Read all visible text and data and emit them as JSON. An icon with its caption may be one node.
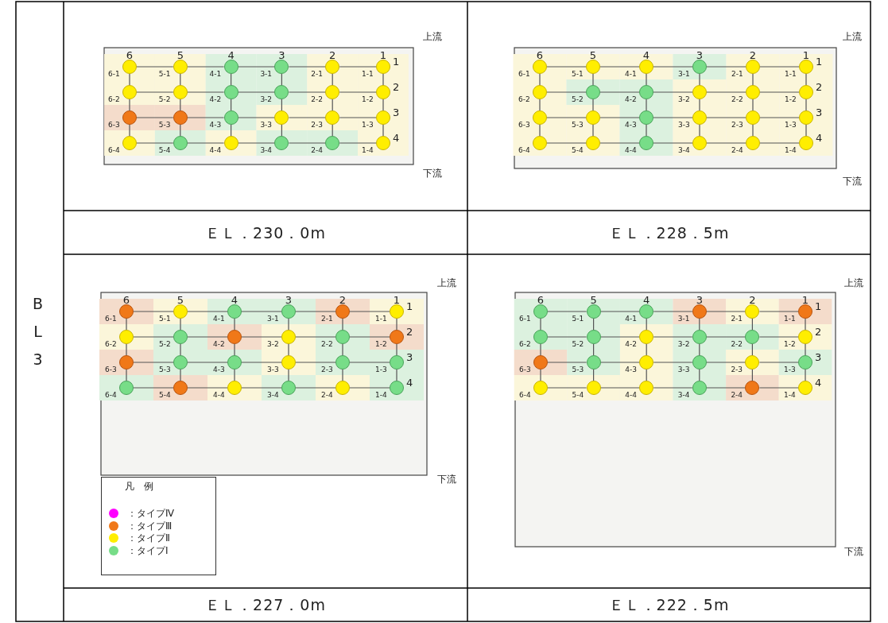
{
  "diagram": {
    "nodes": [
      {
        "text": [],
        "shape": "circle",
        "beside": [
          "6-1"
        ]
      },
      {
        "text": [],
        "shape": "circle",
        "beside": [
          "5-1"
        ]
      },
      {
        "text": [],
        "shape": "circle",
        "beside": [
          "4-1"
        ]
      },
      {
        "text": [],
        "shape": "circle",
        "beside": [
          "3-1"
        ]
      },
      {
        "text": [],
        "shape": "circle",
        "beside": [
          "2-1"
        ]
      },
      {
        "text": [],
        "shape": "circle",
        "beside": [
          "1-1"
        ]
      },
      {
        "text": [],
        "shape": "circle",
        "beside": [
          "6-2"
        ]
      },
      {
        "text": [],
        "shape": "circle",
        "beside": [
          "5-2"
        ]
      },
      {
        "text": [],
        "shape": "circle",
        "beside": [
          "4-2"
        ]
      },
      {
        "text": [],
        "shape": "circle",
        "beside": [
          "3-2"
        ]
      },
      {
        "text": [],
        "shape": "circle",
        "beside": [
          "2-2"
        ]
      },
      {
        "text": [],
        "shape": "circle",
        "beside": [
          "1-2"
        ]
      },
      {
        "text": [],
        "shape": "circle",
        "beside": [
          "6-3"
        ]
      },
      {
        "text": [],
        "shape": "circle",
        "beside": [
          "5-3"
        ]
      },
      {
        "text": [],
        "shape": "circle",
        "beside": [
          "4-3"
        ]
      },
      {
        "text": [],
        "shape": "circle",
        "beside": [
          "3-3"
        ]
      },
      {
        "text": [],
        "shape": "circle",
        "beside": [
          "2-3"
        ]
      },
      {
        "text": [],
        "shape": "circle",
        "beside": [
          "1-3"
        ]
      },
      {
        "text": [],
        "shape": "circle",
        "beside": [
          "6-4"
        ]
      },
      {
        "text": [],
        "shape": "circle",
        "beside": [
          "5-4"
        ]
      },
      {
        "text": [],
        "shape": "circle",
        "beside": [
          "4-4"
        ]
      },
      {
        "text": [],
        "shape": "circle",
        "beside": [
          "3-4"
        ]
      },
      {
        "text": [],
        "shape": "circle",
        "beside": [
          "2-4"
        ]
      },
      {
        "text": [],
        "shape": "circle",
        "beside": [
          "1-4"
        ]
      },
      {
        "text": [],
        "shape": "circle",
        "beside": [
          "6-1"
        ]
      },
      {
        "text": [],
        "shape": "circle",
        "beside": [
          "5-1"
        ]
      },
      {
        "text": [],
        "shape": "circle",
        "beside": [
          "4-1"
        ]
      },
      {
        "text": [],
        "shape": "circle",
        "beside": [
          "3-1"
        ]
      },
      {
        "text": [],
        "shape": "circle",
        "beside": [
          "2-1"
        ]
      },
      {
        "text": [],
        "shape": "circle",
        "beside": [
          "1-1"
        ]
      },
      {
        "text": [],
        "shape": "circle",
        "beside": [
          "6-2"
        ]
      },
      {
        "text": [],
        "shape": "circle",
        "beside": [
          "5-2"
        ]
      },
      {
        "text": [],
        "shape": "circle",
        "beside": [
          "4-2"
        ]
      },
      {
        "text": [],
        "shape": "circle",
        "beside": [
          "3-2"
        ]
      },
      {
        "text": [],
        "shape": "circle",
        "beside": [
          "2-2"
        ]
      },
      {
        "text": [],
        "shape": "circle",
        "beside": [
          "1-2"
        ]
      },
      {
        "text": [],
        "shape": "circle",
        "beside": [
          "6-3"
        ]
      },
      {
        "text": [],
        "shape": "circle",
        "beside": [
          "5-3"
        ]
      },
      {
        "text": [],
        "shape": "circle",
        "beside": [
          "4-3"
        ]
      },
      {
        "text": [],
        "shape": "circle",
        "beside": [
          "3-3"
        ]
      },
      {
        "text": [],
        "shape": "circle",
        "beside": [
          "2-3"
        ]
      },
      {
        "text": [],
        "shape": "circle",
        "beside": [
          "1-3"
        ]
      },
      {
        "text": [],
        "shape": "circle",
        "beside": [
          "6-4"
        ]
      },
      {
        "text": [],
        "shape": "circle",
        "beside": [
          "5-4"
        ]
      },
      {
        "text": [],
        "shape": "circle",
        "beside": [
          "4-4"
        ]
      },
      {
        "text": [],
        "shape": "circle",
        "beside": [
          "3-4"
        ]
      },
      {
        "text": [],
        "shape": "circle",
        "beside": [
          "2-4"
        ]
      },
      {
        "text": [],
        "shape": "circle",
        "beside": [
          "1-4"
        ]
      },
      {
        "text": [],
        "shape": "circle",
        "beside": [
          "6-1"
        ]
      },
      {
        "text": [],
        "shape": "circle",
        "beside": [
          "5-1"
        ]
      },
      {
        "text": [],
        "shape": "circle",
        "beside": [
          "4-1"
        ]
      },
      {
        "text": [],
        "shape": "circle",
        "beside": [
          "3-1"
        ]
      },
      {
        "text": [],
        "shape": "circle",
        "beside": [
          "2-1"
        ]
      },
      {
        "text": [],
        "shape": "circle",
        "beside": [
          "1-1"
        ]
      },
      {
        "text": [],
        "shape": "circle",
        "beside": [
          "6-2"
        ]
      },
      {
        "text": [],
        "shape": "circle",
        "beside": [
          "5-2"
        ]
      },
      {
        "text": [],
        "shape": "circle",
        "beside": [
          "4-2"
        ]
      },
      {
        "text": [],
        "shape": "circle",
        "beside": [
          "3-2"
        ]
      },
      {
        "text": [],
        "shape": "circle",
        "beside": [
          "2-2"
        ]
      },
      {
        "text": [],
        "shape": "circle",
        "beside": [
          "1-2"
        ]
      },
      {
        "text": [],
        "shape": "circle",
        "beside": [
          "6-3"
        ]
      },
      {
        "text": [],
        "shape": "circle",
        "beside": [
          "5-3"
        ]
      },
      {
        "text": [],
        "shape": "circle",
        "beside": [
          "4-3"
        ]
      },
      {
        "text": [],
        "shape": "circle",
        "beside": [
          "3-3"
        ]
      },
      {
        "text": [],
        "shape": "circle",
        "beside": [
          "2-3"
        ]
      },
      {
        "text": [],
        "shape": "circle",
        "beside": [
          "1-3"
        ]
      },
      {
        "text": [],
        "shape": "circle",
        "beside": [
          "6-4"
        ]
      },
      {
        "text": [],
        "shape": "circle",
        "beside": [
          "5-4"
        ]
      },
      {
        "text": [],
        "shape": "circle",
        "beside": [
          "4-4"
        ]
      },
      {
        "text": [],
        "shape": "circle",
        "beside": [
          "3-4"
        ]
      },
      {
        "text": [],
        "shape": "circle",
        "beside": [
          "2-4"
        ]
      },
      {
        "text": [],
        "shape": "circle",
        "beside": [
          "1-4"
        ]
      },
      {
        "text": [],
        "shape": "circle",
        "beside": [
          "6-1"
        ]
      },
      {
        "text": [],
        "shape": "circle",
        "beside": [
          "5-1"
        ]
      },
      {
        "text": [],
        "shape": "circle",
        "beside": [
          "4-1"
        ]
      },
      {
        "text": [],
        "shape": "circle",
        "beside": [
          "3-1"
        ]
      },
      {
        "text": [],
        "shape": "circle",
        "beside": [
          "2-1"
        ]
      },
      {
        "text": [],
        "shape": "circle",
        "beside": [
          "1-1"
        ]
      },
      {
        "text": [],
        "shape": "circle",
        "beside": [
          "6-2"
        ]
      },
      {
        "text": [],
        "shape": "circle",
        "beside": [
          "5-2"
        ]
      },
      {
        "text": [],
        "shape": "circle",
        "beside": [
          "4-2"
        ]
      },
      {
        "text": [],
        "shape": "circle",
        "beside": [
          "3-2"
        ]
      },
      {
        "text": [],
        "shape": "circle",
        "beside": [
          "2-2"
        ]
      },
      {
        "text": [],
        "shape": "circle",
        "beside": [
          "1-2"
        ]
      },
      {
        "text": [],
        "shape": "circle",
        "beside": [
          "6-3"
        ]
      },
      {
        "text": [],
        "shape": "circle",
        "beside": [
          "5-3"
        ]
      },
      {
        "text": [],
        "shape": "circle",
        "beside": [
          "4-3"
        ]
      },
      {
        "text": [],
        "shape": "circle",
        "beside": [
          "3-3"
        ]
      },
      {
        "text": [],
        "shape": "circle",
        "beside": [
          "2-3"
        ]
      },
      {
        "text": [],
        "shape": "circle",
        "beside": [
          "1-3"
        ]
      },
      {
        "text": [],
        "shape": "circle",
        "beside": [
          "6-4"
        ]
      },
      {
        "text": [],
        "shape": "circle",
        "beside": [
          "5-4"
        ]
      },
      {
        "text": [],
        "shape": "circle",
        "beside": [
          "4-4"
        ]
      },
      {
        "text": [],
        "shape": "circle",
        "beside": [
          "3-4"
        ]
      },
      {
        "text": [],
        "shape": "circle",
        "beside": [
          "2-4"
        ]
      },
      {
        "text": [],
        "shape": "circle",
        "beside": [
          "1-4"
        ]
      }
    ],
    "edges": [
      {
        "from": 0,
        "to": 1,
        "arrow": "none"
      },
      {
        "from": 1,
        "to": 2,
        "arrow": "none"
      },
      {
        "from": 2,
        "to": 3,
        "arrow": "none"
      },
      {
        "from": 3,
        "to": 4,
        "arrow": "none"
      },
      {
        "from": 4,
        "to": 5,
        "arrow": "none"
      },
      {
        "from": 6,
        "to": 7,
        "arrow": "none"
      },
      {
        "from": 7,
        "to": 8,
        "arrow": "none"
      },
      {
        "from": 8,
        "to": 9,
        "arrow": "none"
      },
      {
        "from": 9,
        "to": 10,
        "arrow": "none"
      },
      {
        "from": 10,
        "to": 11,
        "arrow": "none"
      },
      {
        "from": 12,
        "to": 13,
        "arrow": "none"
      },
      {
        "from": 13,
        "to": 14,
        "arrow": "none"
      },
      {
        "from": 14,
        "to": 15,
        "arrow": "none"
      },
      {
        "from": 15,
        "to": 16,
        "arrow": "none"
      },
      {
        "from": 16,
        "to": 17,
        "arrow": "none"
      },
      {
        "from": 18,
        "to": 19,
        "arrow": "none"
      },
      {
        "from": 19,
        "to": 20,
        "arrow": "none"
      },
      {
        "from": 20,
        "to": 21,
        "arrow": "none"
      },
      {
        "from": 21,
        "to": 22,
        "arrow": "none"
      },
      {
        "from": 22,
        "to": 23,
        "arrow": "none"
      },
      {
        "from": 0,
        "to": 6,
        "arrow": "none"
      },
      {
        "from": 1,
        "to": 7,
        "arrow": "none"
      },
      {
        "from": 2,
        "to": 8,
        "arrow": "none"
      },
      {
        "from": 3,
        "to": 9,
        "arrow": "none"
      },
      {
        "from": 4,
        "to": 10,
        "arrow": "none"
      },
      {
        "from": 5,
        "to": 11,
        "arrow": "none"
      },
      {
        "from": 6,
        "to": 12,
        "arrow": "none"
      },
      {
        "from": 7,
        "to": 13,
        "arrow": "none"
      },
      {
        "from": 8,
        "to": 14,
        "arrow": "none"
      },
      {
        "from": 9,
        "to": 15,
        "arrow": "none"
      },
      {
        "from": 10,
        "to": 16,
        "arrow": "none"
      },
      {
        "from": 11,
        "to": 17,
        "arrow": "none"
      },
      {
        "from": 12,
        "to": 18,
        "arrow": "none"
      },
      {
        "from": 13,
        "to": 19,
        "arrow": "none"
      },
      {
        "from": 14,
        "to": 20,
        "arrow": "none"
      },
      {
        "from": 15,
        "to": 21,
        "arrow": "none"
      },
      {
        "from": 16,
        "to": 22,
        "arrow": "none"
      },
      {
        "from": 17,
        "to": 23,
        "arrow": "none"
      },
      {
        "from": 24,
        "to": 25,
        "arrow": "none"
      },
      {
        "from": 25,
        "to": 26,
        "arrow": "none"
      },
      {
        "from": 26,
        "to": 27,
        "arrow": "none"
      },
      {
        "from": 27,
        "to": 28,
        "arrow": "none"
      },
      {
        "from": 28,
        "to": 29,
        "arrow": "none"
      },
      {
        "from": 30,
        "to": 31,
        "arrow": "none"
      },
      {
        "from": 31,
        "to": 32,
        "arrow": "none"
      },
      {
        "from": 32,
        "to": 33,
        "arrow": "none"
      },
      {
        "from": 33,
        "to": 34,
        "arrow": "none"
      },
      {
        "from": 34,
        "to": 35,
        "arrow": "none"
      },
      {
        "from": 36,
        "to": 37,
        "arrow": "none"
      },
      {
        "from": 37,
        "to": 38,
        "arrow": "none"
      },
      {
        "from": 38,
        "to": 39,
        "arrow": "none"
      },
      {
        "from": 39,
        "to": 40,
        "arrow": "none"
      },
      {
        "from": 40,
        "to": 41,
        "arrow": "none"
      },
      {
        "from": 42,
        "to": 43,
        "arrow": "none"
      },
      {
        "from": 43,
        "to": 44,
        "arrow": "none"
      },
      {
        "from": 44,
        "to": 45,
        "arrow": "none"
      },
      {
        "from": 45,
        "to": 46,
        "arrow": "none"
      },
      {
        "from": 46,
        "to": 47,
        "arrow": "none"
      },
      {
        "from": 24,
        "to": 30,
        "arrow": "none"
      },
      {
        "from": 25,
        "to": 31,
        "arrow": "none"
      },
      {
        "from": 26,
        "to": 32,
        "arrow": "none"
      },
      {
        "from": 27,
        "to": 33,
        "arrow": "none"
      },
      {
        "from": 28,
        "to": 34,
        "arrow": "none"
      },
      {
        "from": 29,
        "to": 35,
        "arrow": "none"
      },
      {
        "from": 30,
        "to": 36,
        "arrow": "none"
      },
      {
        "from": 31,
        "to": 37,
        "arrow": "none"
      },
      {
        "from": 32,
        "to": 38,
        "arrow": "none"
      },
      {
        "from": 33,
        "to": 39,
        "arrow": "none"
      },
      {
        "from": 34,
        "to": 40,
        "arrow": "none"
      },
      {
        "from": 35,
        "to": 41,
        "arrow": "none"
      },
      {
        "from": 36,
        "to": 42,
        "arrow": "none"
      },
      {
        "from": 37,
        "to": 43,
        "arrow": "none"
      },
      {
        "from": 38,
        "to": 44,
        "arrow": "none"
      },
      {
        "from": 39,
        "to": 45,
        "arrow": "none"
      },
      {
        "from": 40,
        "to": 46,
        "arrow": "none"
      },
      {
        "from": 41,
        "to": 47,
        "arrow": "none"
      },
      {
        "from": 48,
        "to": 49,
        "arrow": "none"
      },
      {
        "from": 49,
        "to": 50,
        "arrow": "none"
      },
      {
        "from": 50,
        "to": 51,
        "arrow": "none"
      },
      {
        "from": 51,
        "to": 52,
        "arrow": "none"
      },
      {
        "from": 52,
        "to": 53,
        "arrow": "none"
      },
      {
        "from": 54,
        "to": 55,
        "arrow": "none"
      },
      {
        "from": 55,
        "to": 56,
        "arrow": "none"
      },
      {
        "from": 56,
        "to": 57,
        "arrow": "none"
      },
      {
        "from": 57,
        "to": 58,
        "arrow": "none"
      },
      {
        "from": 58,
        "to": 59,
        "arrow": "none"
      },
      {
        "from": 60,
        "to": 61,
        "arrow": "none"
      },
      {
        "from": 61,
        "to": 62,
        "arrow": "none"
      },
      {
        "from": 62,
        "to": 63,
        "arrow": "none"
      },
      {
        "from": 63,
        "to": 64,
        "arrow": "none"
      },
      {
        "from": 64,
        "to": 65,
        "arrow": "none"
      },
      {
        "from": 66,
        "to": 67,
        "arrow": "none"
      },
      {
        "from": 67,
        "to": 68,
        "arrow": "none"
      },
      {
        "from": 68,
        "to": 69,
        "arrow": "none"
      },
      {
        "from": 69,
        "to": 70,
        "arrow": "none"
      },
      {
        "from": 70,
        "to": 71,
        "arrow": "none"
      },
      {
        "from": 48,
        "to": 54,
        "arrow": "none"
      },
      {
        "from": 49,
        "to": 55,
        "arrow": "none"
      },
      {
        "from": 50,
        "to": 56,
        "arrow": "none"
      },
      {
        "from": 51,
        "to": 57,
        "arrow": "none"
      },
      {
        "from": 52,
        "to": 58,
        "arrow": "none"
      },
      {
        "from": 53,
        "to": 59,
        "arrow": "none"
      },
      {
        "from": 54,
        "to": 60,
        "arrow": "none"
      },
      {
        "from": 55,
        "to": 61,
        "arrow": "none"
      },
      {
        "from": 56,
        "to": 62,
        "arrow": "none"
      },
      {
        "from": 57,
        "to": 63,
        "arrow": "none"
      },
      {
        "from": 58,
        "to": 64,
        "arrow": "none"
      },
      {
        "from": 59,
        "to": 65,
        "arrow": "none"
      },
      {
        "from": 60,
        "to": 66,
        "arrow": "none"
      },
      {
        "from": 61,
        "to": 67,
        "arrow": "none"
      },
      {
        "from": 62,
        "to": 68,
        "arrow": "none"
      },
      {
        "from": 63,
        "to": 69,
        "arrow": "none"
      },
      {
        "from": 64,
        "to": 70,
        "arrow": "none"
      },
      {
        "from": 65,
        "to": 71,
        "arrow": "none"
      },
      {
        "from": 72,
        "to": 73,
        "arrow": "none"
      },
      {
        "from": 73,
        "to": 74,
        "arrow": "none"
      },
      {
        "from": 74,
        "to": 75,
        "arrow": "none"
      },
      {
        "from": 75,
        "to": 76,
        "arrow": "none"
      },
      {
        "from": 76,
        "to": 77,
        "arrow": "none"
      },
      {
        "from": 78,
        "to": 79,
        "arrow": "none"
      },
      {
        "from": 79,
        "to": 80,
        "arrow": "none"
      },
      {
        "from": 80,
        "to": 81,
        "arrow": "none"
      },
      {
        "from": 81,
        "to": 82,
        "arrow": "none"
      },
      {
        "from": 82,
        "to": 83,
        "arrow": "none"
      },
      {
        "from": 84,
        "to": 85,
        "arrow": "none"
      },
      {
        "from": 85,
        "to": 86,
        "arrow": "none"
      },
      {
        "from": 86,
        "to": 87,
        "arrow": "none"
      },
      {
        "from": 87,
        "to": 88,
        "arrow": "none"
      },
      {
        "from": 88,
        "to": 89,
        "arrow": "none"
      },
      {
        "from": 90,
        "to": 91,
        "arrow": "none"
      },
      {
        "from": 91,
        "to": 92,
        "arrow": "none"
      },
      {
        "from": 92,
        "to": 93,
        "arrow": "none"
      },
      {
        "from": 93,
        "to": 94,
        "arrow": "none"
      },
      {
        "from": 94,
        "to": 95,
        "arrow": "none"
      },
      {
        "from": 72,
        "to": 78,
        "arrow": "none"
      },
      {
        "from": 73,
        "to": 79,
        "arrow": "none"
      },
      {
        "from": 74,
        "to": 80,
        "arrow": "none"
      },
      {
        "from": 75,
        "to": 81,
        "arrow": "none"
      },
      {
        "from": 76,
        "to": 82,
        "arrow": "none"
      },
      {
        "from": 77,
        "to": 83,
        "arrow": "none"
      },
      {
        "from": 78,
        "to": 84,
        "arrow": "none"
      },
      {
        "from": 79,
        "to": 85,
        "arrow": "none"
      },
      {
        "from": 80,
        "to": 86,
        "arrow": "none"
      },
      {
        "from": 81,
        "to": 87,
        "arrow": "none"
      },
      {
        "from": 82,
        "to": 88,
        "arrow": "none"
      },
      {
        "from": 83,
        "to": 89,
        "arrow": "none"
      },
      {
        "from": 84,
        "to": 90,
        "arrow": "none"
      },
      {
        "from": 85,
        "to": 91,
        "arrow": "none"
      },
      {
        "from": 86,
        "to": 92,
        "arrow": "none"
      },
      {
        "from": 87,
        "to": 93,
        "arrow": "none"
      },
      {
        "from": 88,
        "to": 94,
        "arrow": "none"
      },
      {
        "from": 89,
        "to": 95,
        "arrow": "none"
      }
    ],
    "labels": [
      "BL3",
      "上流",
      "6",
      "5",
      "4",
      "3",
      "2",
      "1",
      "1",
      "2",
      "3",
      "4",
      "下流",
      "上流",
      "6",
      "5",
      "4",
      "3",
      "2",
      "1",
      "1",
      "2",
      "3",
      "4",
      "下流",
      "ＥＬ．230．0m",
      "ＥＬ．228．5m",
      "上流",
      "6",
      "5",
      "4",
      "3",
      "2",
      "1",
      "1",
      "2",
      "3",
      "4",
      "下流",
      "凡　例",
      "上流",
      "6",
      "5",
      "4",
      "3",
      "2",
      "1",
      "1",
      "2",
      "3",
      "4",
      "下流",
      "ＥＬ．227．0m",
      "ＥＬ．222．5m"
    ],
    "legend": [
      {
        "text": "：タイプⅣ",
        "color": "#ff00ff"
      },
      {
        "text": "：タイプⅢ",
        "color": "#f07818"
      },
      {
        "text": "：タイプⅡ",
        "color": "#ffee00"
      },
      {
        "text": "：タイプⅠ",
        "color": "#77dd88"
      }
    ]
  }
}
